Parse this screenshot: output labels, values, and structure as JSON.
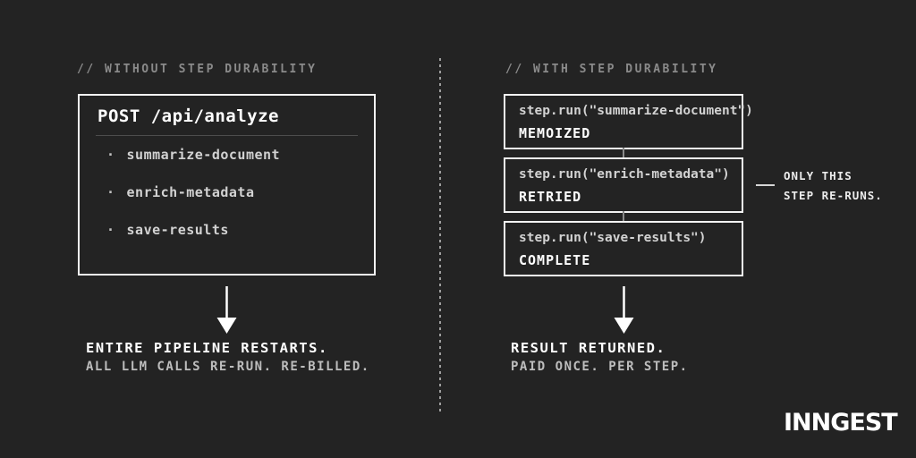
{
  "left": {
    "header": "// WITHOUT STEP DURABILITY",
    "box": {
      "title": "POST /api/analyze",
      "bullet": "·",
      "items": [
        "summarize-document",
        "enrich-metadata",
        "save-results"
      ]
    },
    "result_title": "ENTIRE PIPELINE RESTARTS.",
    "result_subtitle": "ALL LLM CALLS RE-RUN. RE-BILLED."
  },
  "right": {
    "header": "// WITH STEP DURABILITY",
    "steps": [
      {
        "code": "step.run(\"summarize-document\")",
        "status": "MEMOIZED"
      },
      {
        "code": "step.run(\"enrich-metadata\")",
        "status": "RETRIED"
      },
      {
        "code": "step.run(\"save-results\")",
        "status": "COMPLETE"
      }
    ],
    "annotation_line1": "ONLY THIS",
    "annotation_line2": "STEP RE-RUNS.",
    "result_title": "RESULT RETURNED.",
    "result_subtitle": "PAID ONCE. PER STEP."
  },
  "footer": {
    "logo_text": "INNGEST"
  },
  "colors": {
    "background": "#232323",
    "box_border": "#f2f2f2",
    "heading_gray": "#8a8a8a",
    "code_gray": "#d2d2d2",
    "white": "#ffffff"
  }
}
